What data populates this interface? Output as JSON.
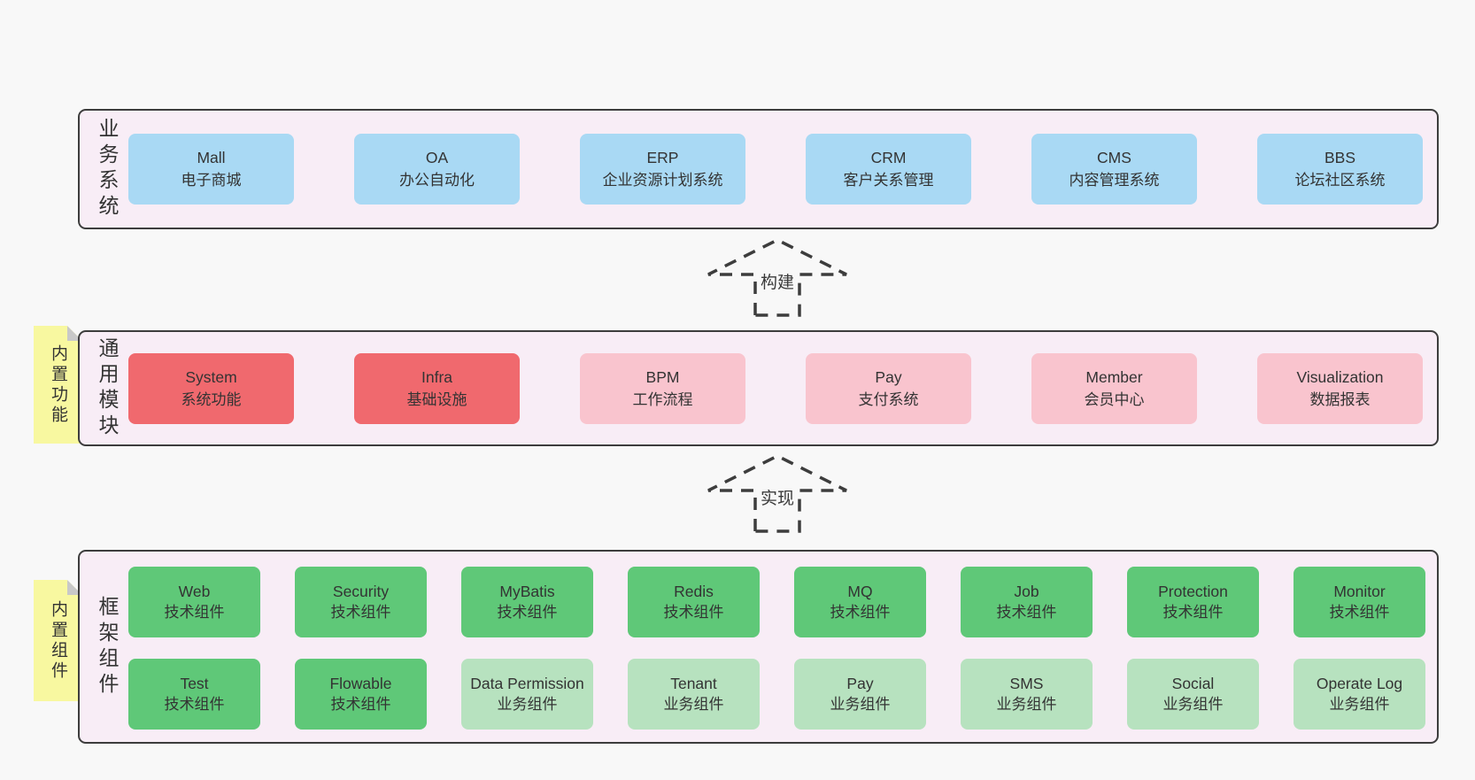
{
  "colors": {
    "page_bg": "#f8f8f8",
    "band_bg": "#f8edf6",
    "border": "#3d3d3d",
    "blue_box": "#a9d9f4",
    "red_box": "#f0696e",
    "pink_box": "#f9c4ce",
    "green_box": "#5fc878",
    "green_light_box": "#b7e2bf",
    "sticky_bg": "#f8f8a0",
    "sticky_fold": "#c8c8c8",
    "text": "#333333"
  },
  "arrows": [
    {
      "label": "构建"
    },
    {
      "label": "实现"
    }
  ],
  "bands": [
    {
      "label": "业务系统",
      "boxes": [
        {
          "name": "Mall",
          "desc": "电子商城",
          "type": "blue"
        },
        {
          "name": "OA",
          "desc": "办公自动化",
          "type": "blue"
        },
        {
          "name": "ERP",
          "desc": "企业资源计划系统",
          "type": "blue"
        },
        {
          "name": "CRM",
          "desc": "客户关系管理",
          "type": "blue"
        },
        {
          "name": "CMS",
          "desc": "内容管理系统",
          "type": "blue"
        },
        {
          "name": "BBS",
          "desc": "论坛社区系统",
          "type": "blue"
        }
      ]
    },
    {
      "label": "通用模块",
      "sticky": "内置功能",
      "boxes": [
        {
          "name": "System",
          "desc": "系统功能",
          "type": "red"
        },
        {
          "name": "Infra",
          "desc": "基础设施",
          "type": "red"
        },
        {
          "name": "BPM",
          "desc": "工作流程",
          "type": "pink"
        },
        {
          "name": "Pay",
          "desc": "支付系统",
          "type": "pink"
        },
        {
          "name": "Member",
          "desc": "会员中心",
          "type": "pink"
        },
        {
          "name": "Visualization",
          "desc": "数据报表",
          "type": "pink"
        }
      ]
    },
    {
      "label": "框架组件",
      "sticky": "内置组件",
      "rows": [
        [
          {
            "name": "Web",
            "desc": "技术组件",
            "type": "green"
          },
          {
            "name": "Security",
            "desc": "技术组件",
            "type": "green"
          },
          {
            "name": "MyBatis",
            "desc": "技术组件",
            "type": "green"
          },
          {
            "name": "Redis",
            "desc": "技术组件",
            "type": "green"
          },
          {
            "name": "MQ",
            "desc": "技术组件",
            "type": "green"
          },
          {
            "name": "Job",
            "desc": "技术组件",
            "type": "green"
          },
          {
            "name": "Protection",
            "desc": "技术组件",
            "type": "green"
          },
          {
            "name": "Monitor",
            "desc": "技术组件",
            "type": "green"
          }
        ],
        [
          {
            "name": "Test",
            "desc": "技术组件",
            "type": "green"
          },
          {
            "name": "Flowable",
            "desc": "技术组件",
            "type": "green"
          },
          {
            "name": "Data Permission",
            "desc": "业务组件",
            "type": "green-light"
          },
          {
            "name": "Tenant",
            "desc": "业务组件",
            "type": "green-light"
          },
          {
            "name": "Pay",
            "desc": "业务组件",
            "type": "green-light"
          },
          {
            "name": "SMS",
            "desc": "业务组件",
            "type": "green-light"
          },
          {
            "name": "Social",
            "desc": "业务组件",
            "type": "green-light"
          },
          {
            "name": "Operate Log",
            "desc": "业务组件",
            "type": "green-light"
          }
        ]
      ]
    }
  ]
}
